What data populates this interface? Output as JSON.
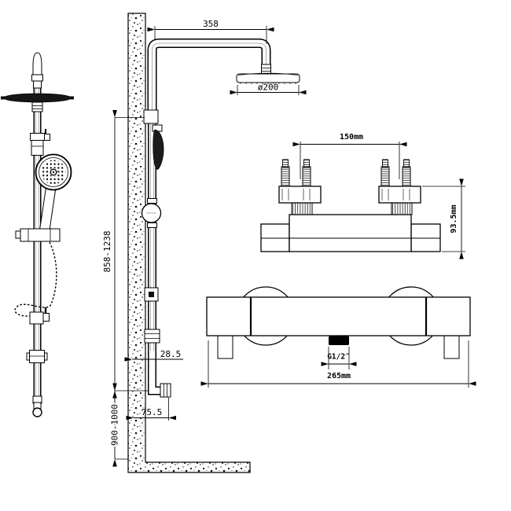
{
  "colors": {
    "background": "#ffffff",
    "line": "#000000"
  },
  "dimensions": {
    "arm_reach": "358",
    "head_diameter": "ø200",
    "riser_height_range": "858-1238",
    "wall_offset": "28.5",
    "outlet_offset": "75.5",
    "mount_height_range": "900-1000",
    "inlet_spacing": "150mm",
    "valve_depth": "93.5mm",
    "outlet_thread": "G1/2″",
    "valve_width": "265mm"
  }
}
